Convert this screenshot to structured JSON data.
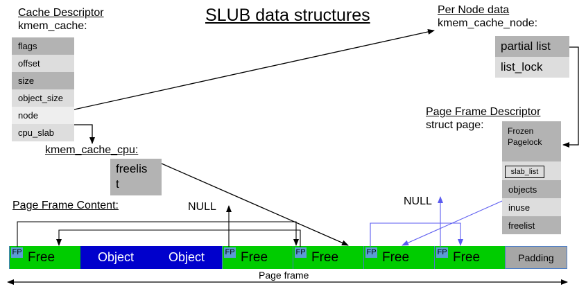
{
  "title": "SLUB data structures",
  "cache_descriptor": {
    "heading": "Cache Descriptor",
    "struct": "kmem_cache:",
    "fields": [
      "flags",
      "offset",
      "size",
      "object_size",
      "node",
      "cpu_slab"
    ]
  },
  "per_node": {
    "heading": "Per Node data",
    "struct": "kmem_cache_node:",
    "fields": [
      "partial list",
      "list_lock"
    ]
  },
  "cpu": {
    "struct": "kmem_cache_cpu:",
    "field_line1": "freelis",
    "field_line2": "t"
  },
  "page_frame_descriptor": {
    "heading": "Page Frame Descriptor",
    "struct": "struct page:",
    "frozen_line1": "Frozen",
    "frozen_line2": "Pagelock",
    "slab_list": "slab_list",
    "fields": [
      "objects",
      "inuse",
      "freelist"
    ]
  },
  "page_frame_content": {
    "heading": "Page Frame Content:",
    "null_left": "NULL",
    "null_right": "NULL",
    "fp": "FP",
    "free": "Free",
    "object": "Object",
    "padding": "Padding",
    "page_frame": "Page frame"
  }
}
